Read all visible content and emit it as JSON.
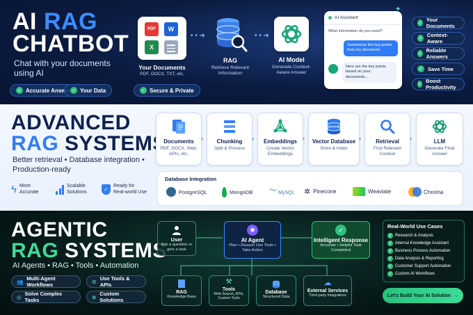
{
  "top": {
    "title_line1_a": "AI ",
    "title_line1_b": "RAG",
    "title_line2": "CHATBOT",
    "subtitle": "Chat with your documents using AI",
    "badges": [
      "Accurate Answers",
      "Your Data",
      "Secure & Private"
    ],
    "docs": {
      "title": "Your Documents",
      "sub": "PDF, DOCX, TXT, etc.",
      "pdf": "PDF",
      "word": "W",
      "excel": "X"
    },
    "rag": {
      "title": "RAG",
      "sub": "Retrieve Relevant Information"
    },
    "model": {
      "title": "AI Model",
      "sub": "Generate Context-Aware Answer"
    },
    "chat": {
      "header": "AI Assistant",
      "question": "What information do you need?",
      "user_msg": "Summarize the key points from my document.",
      "bot_msg": "Here are the key points based on your documents..."
    },
    "features": [
      "Your Documents",
      "Context-Aware",
      "Reliable Answers",
      "Save Time",
      "Boost Productivity"
    ]
  },
  "middle": {
    "title_line1": "ADVANCED",
    "title_line2_a": "RAG",
    "title_line2_b": " SYSTEMS",
    "bullets": "Better retrieval • Database integration • Production-ready",
    "steps": [
      {
        "title": "Documents",
        "sub": "PDF, DOCX, Web, APIs, etc."
      },
      {
        "title": "Chunking",
        "sub": "Split & Process"
      },
      {
        "title": "Embeddings",
        "sub": "Create Vector Embeddings"
      },
      {
        "title": "Vector Database",
        "sub": "Store & Index"
      },
      {
        "title": "Retrieval",
        "sub": "Find Relevant Context"
      },
      {
        "title": "LLM",
        "sub": "Generate Final Answer"
      }
    ],
    "perks": [
      {
        "line1": "More",
        "line2": "Accurate"
      },
      {
        "line1": "Scalable",
        "line2": "Solutions"
      },
      {
        "line1": "Ready for",
        "line2": "Real-world Use"
      }
    ],
    "db_label": "Database Integration",
    "databases": [
      "PostgreSQL",
      "MongoDB",
      "MySQL",
      "Pinecone",
      "Weaviate",
      "Chroma"
    ]
  },
  "bottom": {
    "title_line1": "AGENTIC",
    "title_line2_a": "RAG",
    "title_line2_b": " SYSTEMS",
    "bullets": "AI Agents • RAG • Tools • Automation",
    "pills": [
      "Multi-Agent Workflows",
      "Use Tools & APIs",
      "Solve Complex Tasks",
      "Custom Solutions"
    ],
    "user": {
      "title": "User",
      "sub": "Ask a question or give a task"
    },
    "agent": {
      "title": "AI Agent",
      "sub": "Plan • Reason Use Tools • Take Action"
    },
    "response": {
      "title": "Intelligent Response",
      "sub": "Accurate • Helpful Task Completed"
    },
    "tools": [
      {
        "title": "RAG",
        "sub": "Knowledge Base"
      },
      {
        "title": "Tools",
        "sub": "Web Search, APIs, Custom Tools"
      },
      {
        "title": "Database",
        "sub": "Structured Data"
      },
      {
        "title": "External Services",
        "sub": "Third-party Integrations"
      }
    ],
    "usecases_title": "Real-World Use Cases",
    "usecases": [
      "Research & Analysis",
      "Internal Knowledge Assistant",
      "Business Process Automation",
      "Data Analysis & Reporting",
      "Customer Support Automation",
      "Custom AI Workflows"
    ],
    "cta": "Let's Build Your AI Solution"
  },
  "colors": {
    "accent_blue": "#2f7cf6",
    "green": "#2ec27e",
    "navy": "#0e2250"
  }
}
